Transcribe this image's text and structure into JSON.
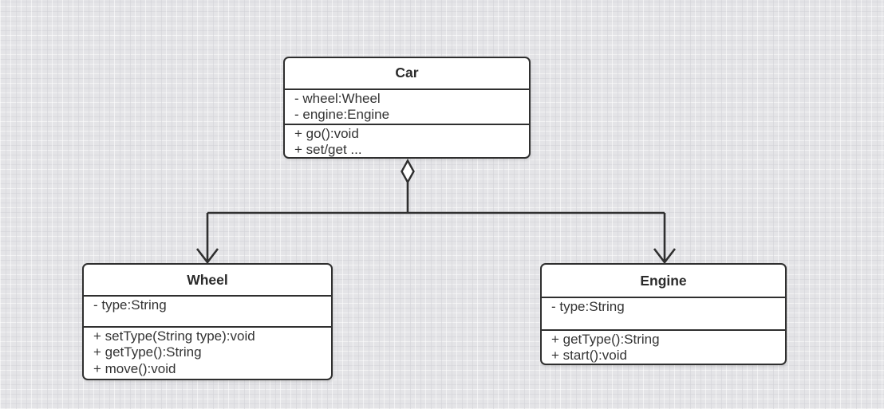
{
  "diagram": {
    "type": "uml-class-diagram",
    "classes": [
      {
        "name": "Car",
        "attributes": [
          "- wheel:Wheel",
          "- engine:Engine"
        ],
        "methods": [
          "+ go():void",
          "+ set/get ..."
        ]
      },
      {
        "name": "Wheel",
        "attributes": [
          "- type:String"
        ],
        "methods": [
          "+ setType(String type):void",
          "+ getType():String",
          "+ move():void"
        ]
      },
      {
        "name": "Engine",
        "attributes": [
          "- type:String"
        ],
        "methods": [
          "+ getType():String",
          "+ start():void"
        ]
      }
    ],
    "relationships": [
      {
        "from": "Car",
        "to": "Wheel",
        "type": "aggregation",
        "marker_at_parent": "hollow-diamond",
        "marker_at_child": "open-arrowhead"
      },
      {
        "from": "Car",
        "to": "Engine",
        "type": "aggregation",
        "marker_at_parent": "hollow-diamond",
        "marker_at_child": "open-arrowhead"
      }
    ],
    "icons": {
      "aggregation": "hollow-diamond-icon",
      "arrow": "open-arrowhead-icon"
    },
    "colors": {
      "line": "#2f2f2f",
      "box_fill": "#ffffff",
      "background": "#e4e4e7",
      "text": "#333333"
    }
  }
}
